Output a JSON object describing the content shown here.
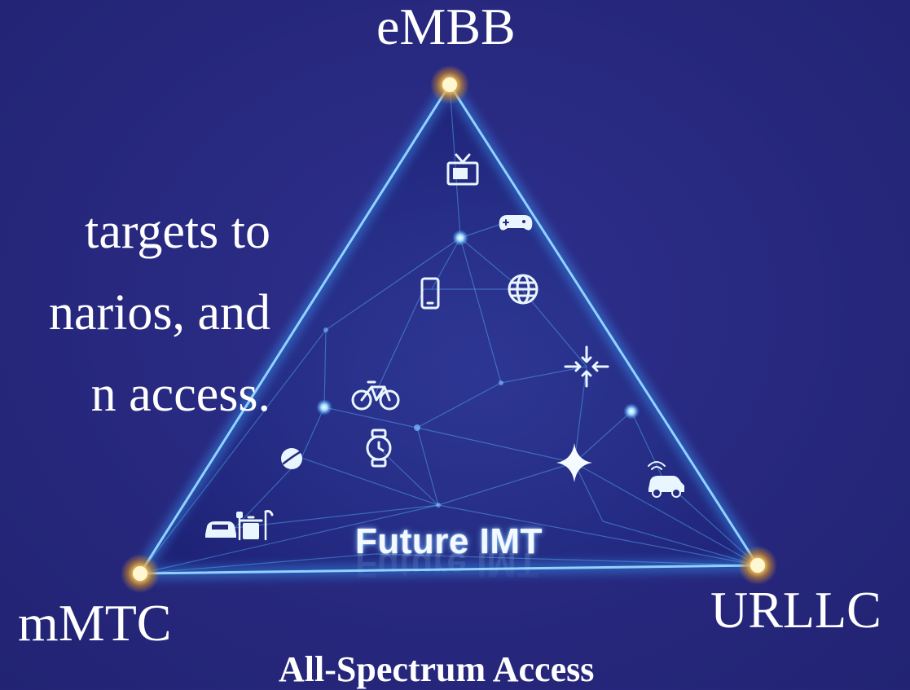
{
  "diagram": {
    "vertices": {
      "top": "eMBB",
      "left": "mMTC",
      "right": "URLLC"
    },
    "center_label": "Future IMT",
    "bottom_caption": "All-Spectrum Access",
    "side_text_lines": [
      "targets to",
      "narios, and",
      "n access."
    ],
    "icons": [
      "tv-icon",
      "gamepad-icon",
      "smartphone-icon",
      "globe-icon",
      "bicycle-icon",
      "arrows-converge-icon",
      "ball-icon",
      "smartwatch-icon",
      "sparkle-icon",
      "connected-car-icon",
      "parking-car-icon",
      "trash-bin-icon"
    ],
    "colors": {
      "background": "#27287e",
      "triangle_edge": "#3fa3ff",
      "vertex_glow": "#ffc14a",
      "text": "#ffffff"
    }
  }
}
